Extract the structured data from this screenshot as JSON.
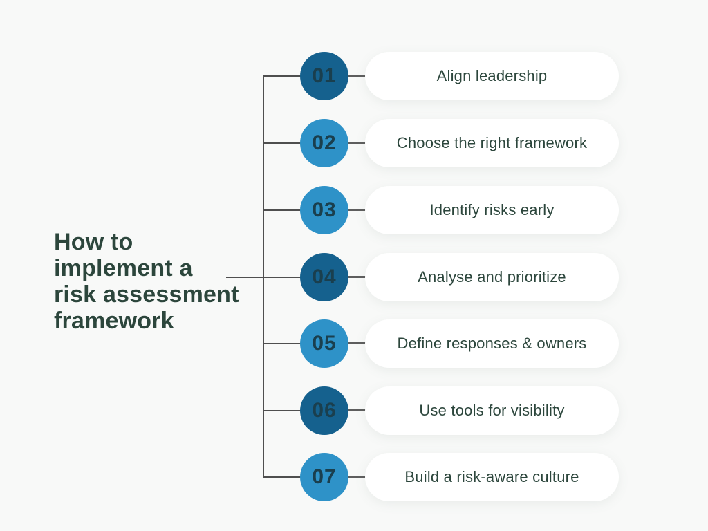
{
  "title": {
    "text": "How to implement a risk assessment framework",
    "lines": [
      "How to",
      "implement a",
      "risk assessment",
      "framework"
    ]
  },
  "colors": {
    "background": "#F8F9F8",
    "pill_background": "#FFFFFF",
    "circle_dark": "#15618E",
    "circle_light": "#2E92C8",
    "number_text": "#1A3F4E",
    "title_text": "#2C463C",
    "label_text": "#2C463C",
    "line": "#4F4F4F"
  },
  "steps": [
    {
      "number": "01",
      "label": "Align leadership",
      "tone": "dark"
    },
    {
      "number": "02",
      "label": "Choose the right framework",
      "tone": "light"
    },
    {
      "number": "03",
      "label": "Identify risks early",
      "tone": "light"
    },
    {
      "number": "04",
      "label": "Analyse and prioritize",
      "tone": "dark"
    },
    {
      "number": "05",
      "label": "Define responses & owners",
      "tone": "light"
    },
    {
      "number": "06",
      "label": "Use tools for visibility",
      "tone": "dark"
    },
    {
      "number": "07",
      "label": "Build a risk-aware culture",
      "tone": "light"
    }
  ]
}
